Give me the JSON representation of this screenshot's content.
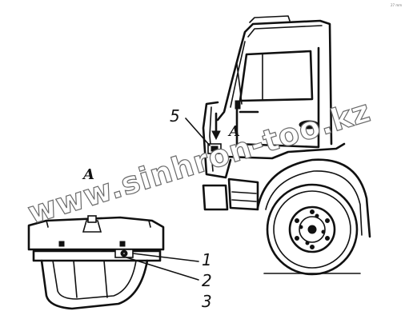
{
  "callouts": {
    "item1": "1",
    "item2": "2",
    "item3": "3",
    "item5": "5"
  },
  "view_labels": {
    "detail": "A",
    "on_truck": "A"
  },
  "watermark": {
    "text": "www.sinhron-too.kz"
  },
  "corner_mark": {
    "text": "27 mm"
  },
  "colors": {
    "ink": "#111111",
    "watermark_outline": "#6a6a6a",
    "background": "#ffffff"
  }
}
